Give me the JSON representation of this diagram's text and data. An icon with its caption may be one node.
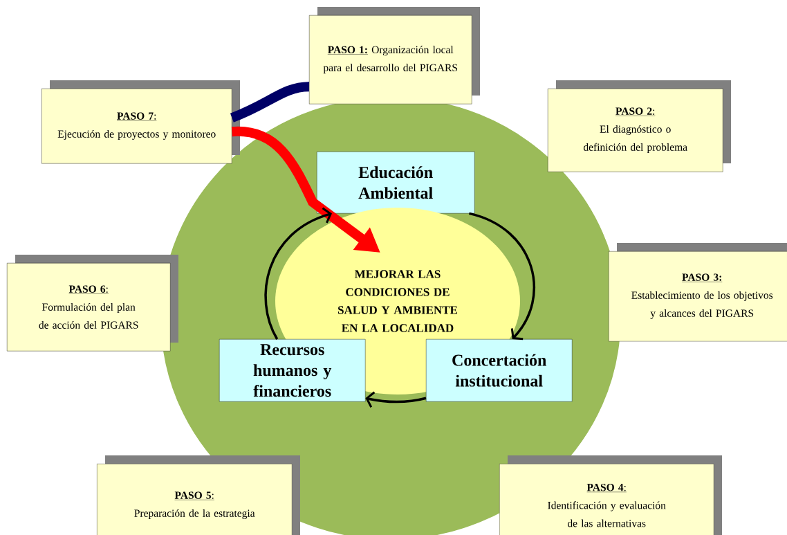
{
  "diagram": {
    "nodes": [
      {
        "text": [
          "**PASO 1:**",
          "Organización local para el desarrollo del PIGARS"
        ]
      },
      {
        "text": [
          "**PASO 7**:",
          "Ejecución de proyectos y monitoreo"
        ]
      },
      {
        "text": [
          "**PASO 2**:",
          "El diagnóstico o definición del problema"
        ]
      },
      {
        "text": [
          "Educación Ambiental"
        ]
      },
      {
        "text": [
          "MEJORAR LAS CONDICIONES DE SALUD Y AMBIENTE EN LA LOCALIDAD"
        ]
      },
      {
        "text": [
          "**PASO 6**:",
          "Formulación del plan de acción del PIGARS"
        ]
      },
      {
        "text": [
          "**PASO 3:**",
          "Establecimiento de los objetivos y alcances del PIGARS"
        ]
      },
      {
        "text": [
          "Recursos humanos y financieros"
        ]
      },
      {
        "text": [
          "Concertación institucional"
        ]
      },
      {
        "text": [
          "**PASO 5**:",
          "Preparación de la estrategia"
        ]
      },
      {
        "text": [
          "**PASO 4**:",
          "Identificación y evaluación de las alternativas"
        ]
      }
    ],
    "edges": [
      {
        "from": 1,
        "to": 0,
        "arrow": "none",
        "style": "thick",
        "color": "#000066"
      },
      {
        "from": 1,
        "to": 4,
        "arrow": "to",
        "style": "thick",
        "color": "#ff0000"
      },
      {
        "from": 3,
        "to": 8,
        "arrow": "to"
      },
      {
        "from": 8,
        "to": 7,
        "arrow": "to"
      },
      {
        "from": 7,
        "to": 3,
        "arrow": "to"
      }
    ]
  }
}
